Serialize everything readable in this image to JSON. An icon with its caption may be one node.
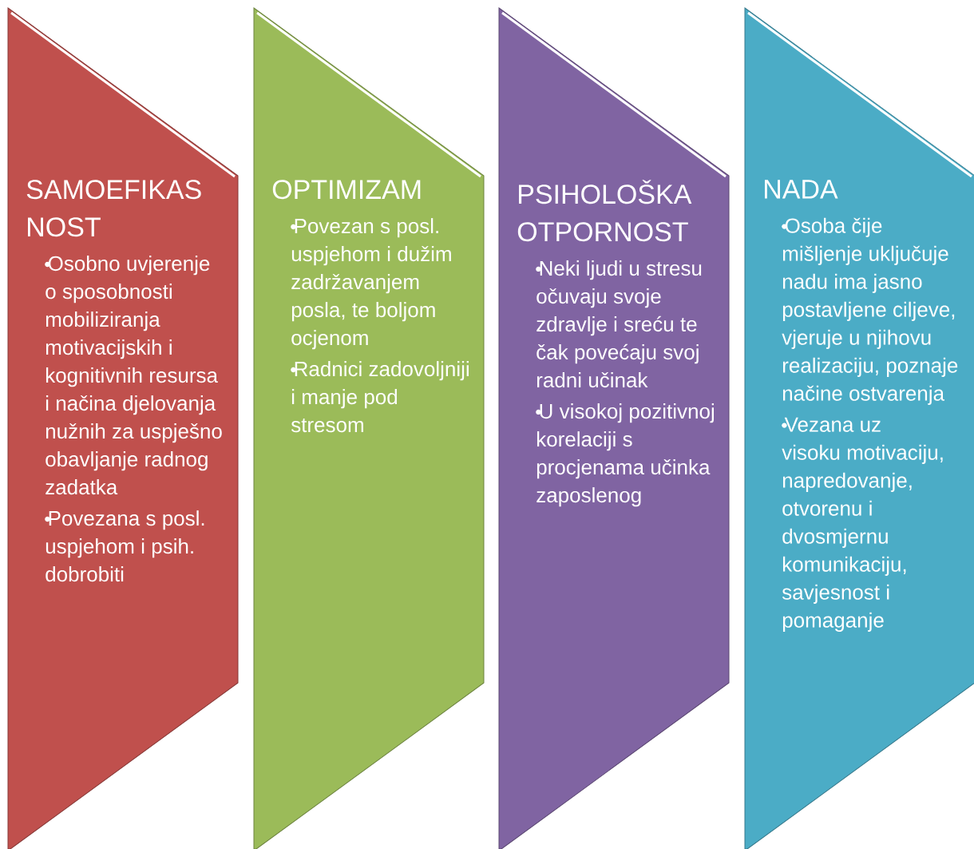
{
  "diagram": {
    "nodes": [
      {
        "text": [
          "SAMOEFIKAS NOST",
          "Osobno uvjerenje o sposobnosti mobiliziranja motivacijskih i kognitivnih resursa i načina djelovanja nužnih za uspješno obavljanje radnog zadatka",
          "Povezana s posl. uspjehom i psih. dobrobiti"
        ]
      },
      {
        "text": [
          "OPTIMIZAM",
          "Povezan s posl. uspjehom i dužim zadržavanjem posla, te boljom ocjenom",
          "Radnici zadovoljniji i manje pod stresom"
        ]
      },
      {
        "text": [
          "PSIHOLOŠKA OTPORNOST",
          "Neki ljudi u stresu očuvaju svoje zdravlje i sreću te čak povećaju svoj radni učinak",
          "U visokoj pozitivnoj korelaciji s procjenama učinka zaposlenog"
        ]
      },
      {
        "text": [
          "NADA",
          "Osoba čije mišljenje uključuje nadu ima jasno postavljene ciljeve, vjeruje u njihovu realizaciju, poznaje načine ostvarenja",
          "Vezana uz visoku motivaciju, napredovanje, otvorenu i dvosmjernu komunikaciju, savjesnost i pomaganje"
        ]
      }
    ]
  }
}
